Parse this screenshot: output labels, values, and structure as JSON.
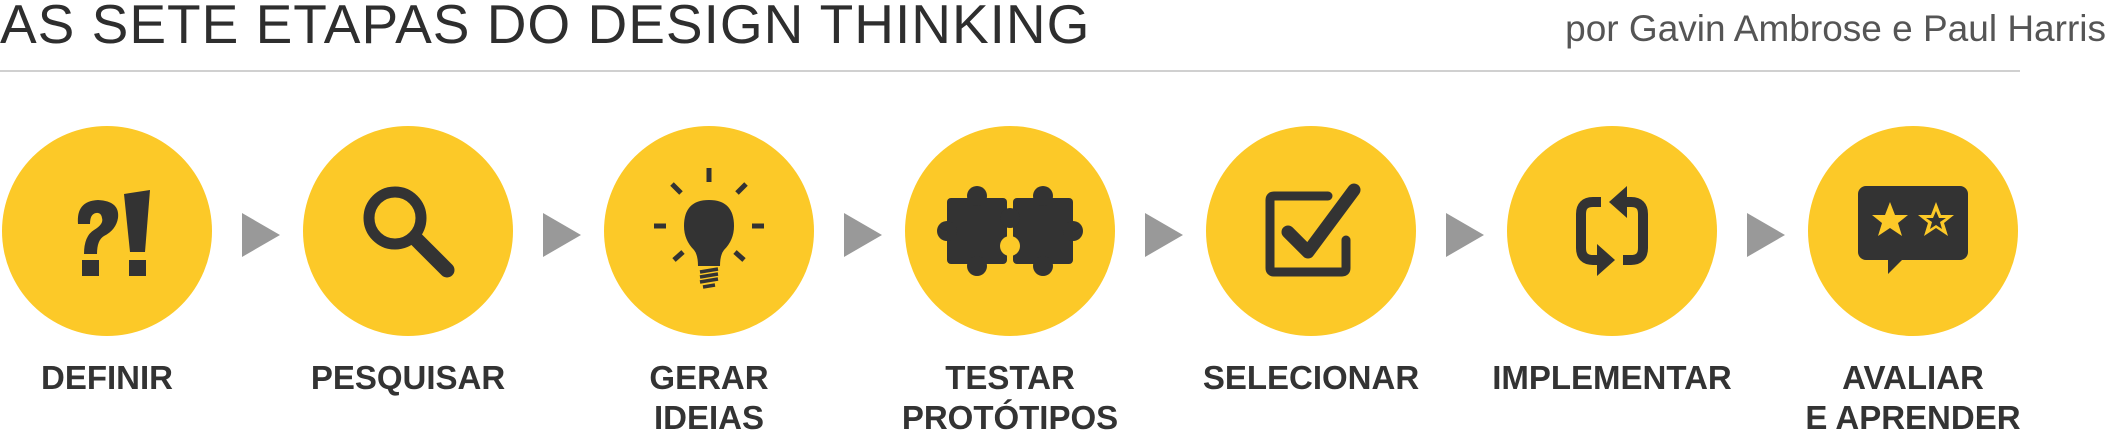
{
  "header": {
    "title": "AS SETE ETAPAS DO DESIGN THINKING",
    "subtitle": "por Gavin Ambrose e Paul Harris"
  },
  "colors": {
    "circle": "#FCC928",
    "icon": "#333333",
    "arrow": "#999999"
  },
  "steps": [
    {
      "icon": "question-exclamation-icon",
      "lines": [
        "DEFINIR"
      ]
    },
    {
      "icon": "magnifier-icon",
      "lines": [
        "PESQUISAR"
      ]
    },
    {
      "icon": "lightbulb-icon",
      "lines": [
        "GERAR",
        "IDEIAS"
      ]
    },
    {
      "icon": "puzzle-icon",
      "lines": [
        "TESTAR",
        "PROTÓTIPOS"
      ]
    },
    {
      "icon": "checkbox-icon",
      "lines": [
        "SELECIONAR"
      ]
    },
    {
      "icon": "refresh-icon",
      "lines": [
        "IMPLEMENTAR"
      ]
    },
    {
      "icon": "stars-review-icon",
      "lines": [
        "AVALIAR",
        "E APRENDER"
      ]
    }
  ]
}
